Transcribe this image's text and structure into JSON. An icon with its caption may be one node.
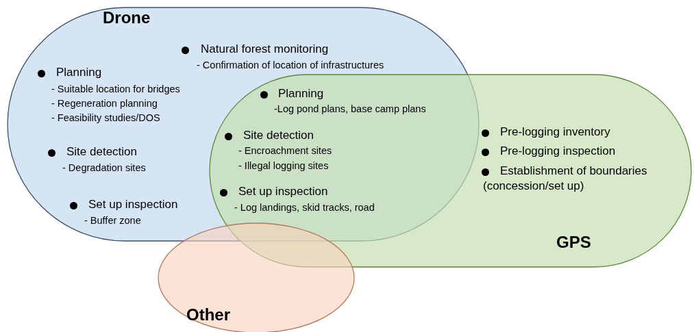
{
  "diagram": {
    "nodes": [
      {
        "text": [
          "Drone"
        ]
      },
      {
        "text": [
          "GPS"
        ]
      },
      {
        "text": [
          "Other"
        ]
      }
    ],
    "edges": [],
    "labels": [
      "Natural forest monitoring",
      "- Confirmation of location of infrastructures",
      "Planning",
      "- Suitable location for bridges",
      "- Regeneration planning",
      "- Feasibility studies/DOS",
      "Planning",
      "-Log pond plans, base camp plans",
      "Site detection",
      "- Encroachment sites",
      "- Illegal logging sites",
      "Pre-logging inventory",
      "Pre-logging inspection",
      "Establishment of boundaries (concession/set up)",
      "Site detection",
      "- Degradation sites",
      "Set up inspection",
      "- Log landings, skid tracks, road",
      "Set up inspection",
      "- Buffer zone"
    ]
  }
}
